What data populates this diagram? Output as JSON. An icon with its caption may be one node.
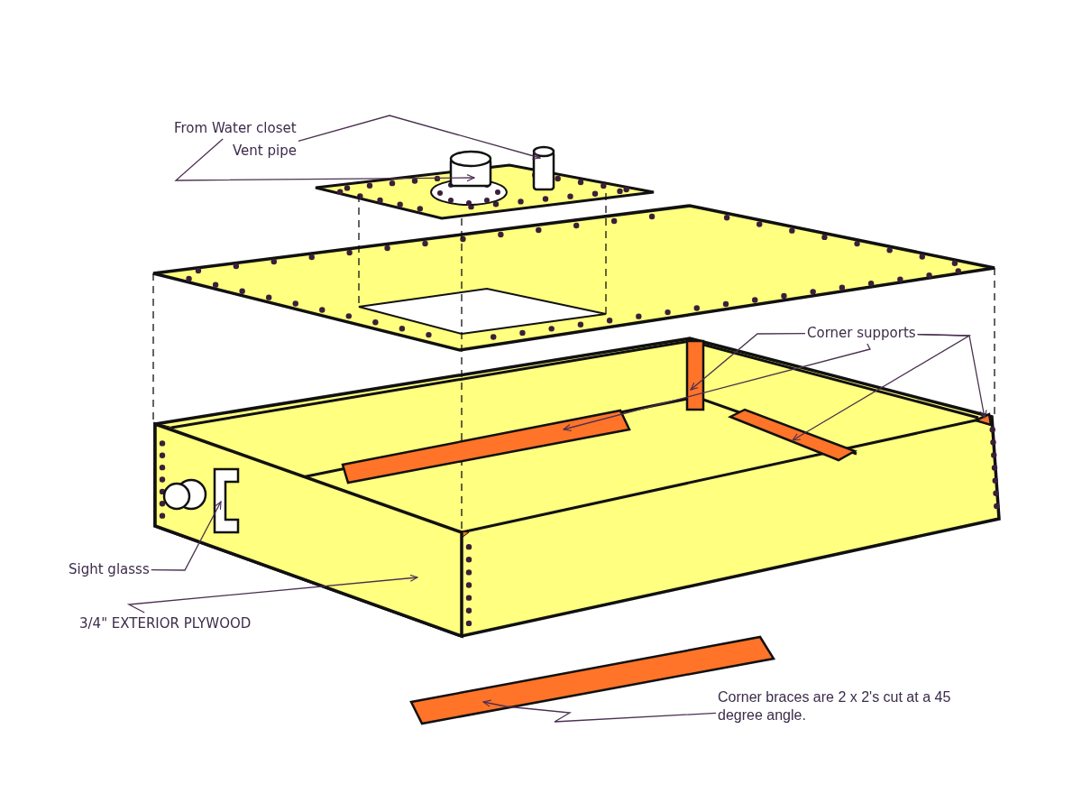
{
  "diagram": {
    "nodes": [
      {
        "text": [
          "From Water closet"
        ]
      },
      {
        "text": [
          "Vent pipe"
        ]
      },
      {
        "text": [],
        "shape": "cylinder"
      },
      {
        "text": [],
        "shape": "cylinder"
      },
      {
        "text": [
          "Corner supports"
        ]
      },
      {
        "text": [],
        "shape": "bar"
      },
      {
        "text": [],
        "shape": "bar"
      },
      {
        "text": [],
        "shape": "bar"
      },
      {
        "text": [],
        "shape": "bar"
      },
      {
        "text": [
          "Sight glasss"
        ]
      },
      {
        "text": [],
        "shape": "picture",
        "in": 12
      },
      {
        "text": [
          "3/4\" EXTERIOR PLYWOOD"
        ]
      },
      {
        "text": [],
        "shape": "box"
      },
      {
        "text": [
          "Corner braces are 2 x 2's cut at a 45 degree angle."
        ]
      },
      {
        "text": [],
        "shape": "bar"
      }
    ],
    "edges": [
      {
        "from": 0,
        "to": 2,
        "arrow": "to"
      },
      {
        "from": 1,
        "to": 3,
        "arrow": "to"
      },
      {
        "from": 4,
        "to": 5,
        "arrow": "to"
      },
      {
        "from": 4,
        "to": 6,
        "arrow": "to"
      },
      {
        "from": 4,
        "to": 7,
        "arrow": "to"
      },
      {
        "from": 4,
        "to": 8,
        "arrow": "to"
      },
      {
        "from": 9,
        "to": 10,
        "arrow": "to"
      },
      {
        "from": 11,
        "to": 12,
        "arrow": "to"
      },
      {
        "from": 13,
        "to": 14,
        "arrow": "to"
      }
    ]
  }
}
